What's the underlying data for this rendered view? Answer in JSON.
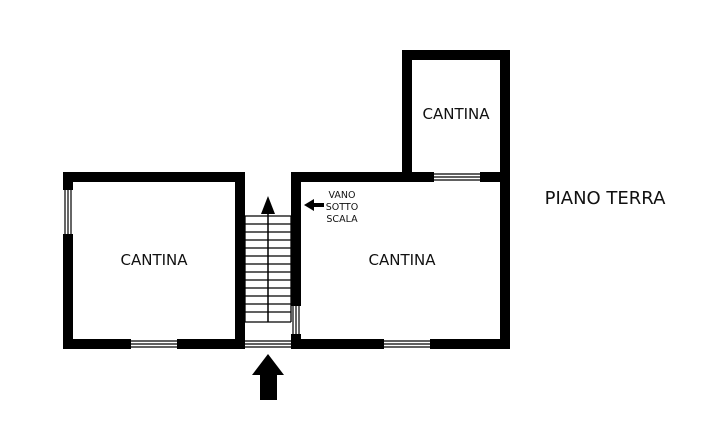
{
  "floor_label": "PIANO TERRA",
  "rooms": [
    {
      "label": "CANTINA"
    },
    {
      "label": "CANTINA"
    },
    {
      "label": "CANTINA"
    }
  ],
  "under_stair_label": [
    "VANO",
    "SOTTO",
    "SCALA"
  ],
  "icons": {
    "entrance": "entrance-arrow-icon",
    "stair_direction": "stair-direction-arrow-icon",
    "pointer": "pointer-arrow-icon"
  },
  "colors": {
    "wall": "#000000",
    "background": "#ffffff",
    "text": "#111111"
  }
}
